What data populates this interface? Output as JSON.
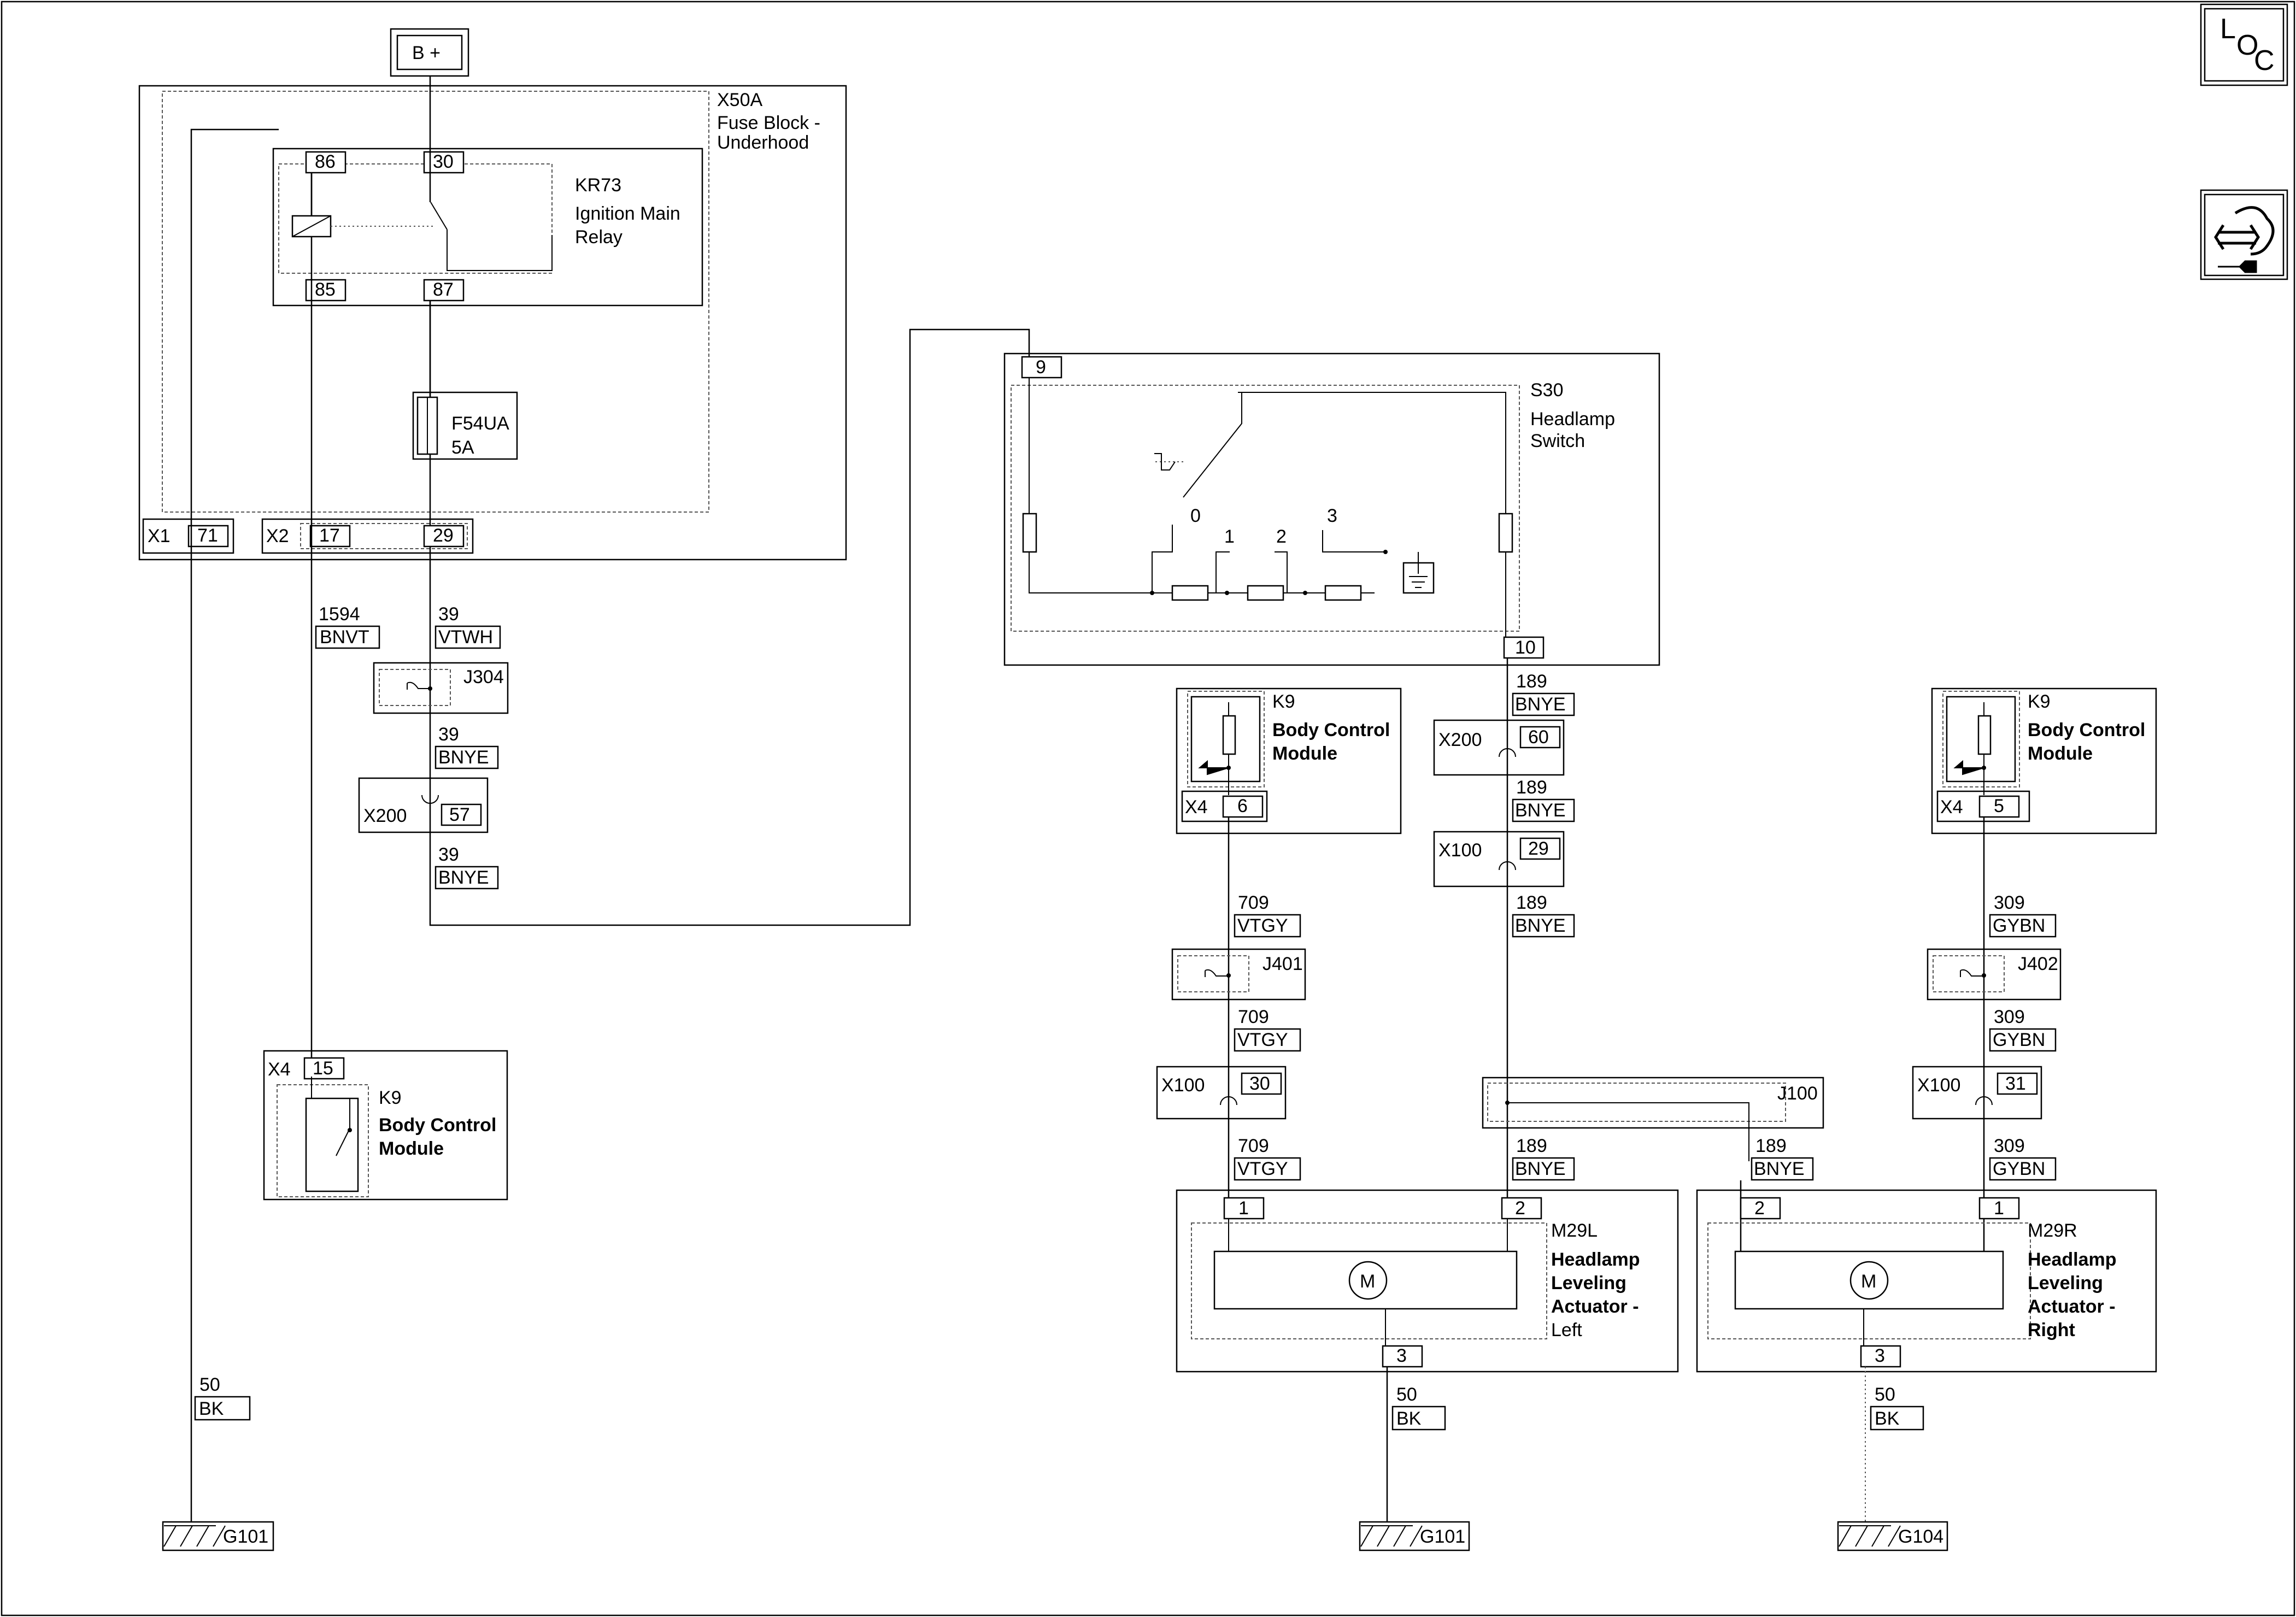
{
  "nav": {
    "loc_label_l": "L",
    "loc_label_o": "O",
    "loc_label_c": "C",
    "loc_icon": "loc-icon",
    "connector_icon": "connector-wrench-icon"
  },
  "supply": {
    "label": "B +"
  },
  "fuse_block": {
    "id": "X50A",
    "name_line1": "Fuse Block -",
    "name_line2": "Underhood",
    "relay": {
      "id": "KR73",
      "name_line1": "Ignition Main",
      "name_line2": "Relay",
      "pin86": "86",
      "pin30": "30",
      "pin85": "85",
      "pin87": "87"
    },
    "fuse": {
      "id": "F54UA",
      "rating": "5A"
    },
    "x1": {
      "id": "X1",
      "pin": "71"
    },
    "x2": {
      "id": "X2",
      "pin17": "17",
      "pin29": "29"
    }
  },
  "bcm": {
    "id": "K9",
    "name_line1": "Body Control",
    "name_line2": "Module"
  },
  "switch": {
    "id": "S30",
    "name_line1": "Headlamp",
    "name_line2": "Switch",
    "pin_in": "9",
    "pin_out": "10",
    "pos0": "0",
    "pos1": "1",
    "pos2": "2",
    "pos3": "3"
  },
  "wires": {
    "w1594": {
      "circuit": "1594",
      "color": "BNVT"
    },
    "w39a": {
      "circuit": "39",
      "color": "VTWH"
    },
    "w39b": {
      "circuit": "39",
      "color": "BNYE"
    },
    "w39c": {
      "circuit": "39",
      "color": "BNYE"
    },
    "w50a": {
      "circuit": "50",
      "color": "BK"
    },
    "w709a": {
      "circuit": "709",
      "color": "VTGY"
    },
    "w709b": {
      "circuit": "709",
      "color": "VTGY"
    },
    "w709c": {
      "circuit": "709",
      "color": "VTGY"
    },
    "w189a": {
      "circuit": "189",
      "color": "BNYE"
    },
    "w189b": {
      "circuit": "189",
      "color": "BNYE"
    },
    "w189c": {
      "circuit": "189",
      "color": "BNYE"
    },
    "w189d": {
      "circuit": "189",
      "color": "BNYE"
    },
    "w189e": {
      "circuit": "189",
      "color": "BNYE"
    },
    "w309a": {
      "circuit": "309",
      "color": "GYBN"
    },
    "w309b": {
      "circuit": "309",
      "color": "GYBN"
    },
    "w309c": {
      "circuit": "309",
      "color": "GYBN"
    },
    "w50b": {
      "circuit": "50",
      "color": "BK"
    },
    "w50c": {
      "circuit": "50",
      "color": "BK"
    }
  },
  "splices": {
    "j304": "J304",
    "j401": "J401",
    "j402": "J402",
    "j100": "J100"
  },
  "inline": {
    "x200a": {
      "id": "X200",
      "pin": "57"
    },
    "x200b": {
      "id": "X200",
      "pin": "60"
    },
    "x100a": {
      "id": "X100",
      "pin": "29"
    },
    "x100b": {
      "id": "X100",
      "pin": "30"
    },
    "x100c": {
      "id": "X100",
      "pin": "31"
    }
  },
  "bcm_ports": {
    "left_x4": {
      "id": "X4",
      "pin": "15"
    },
    "mid_x4": {
      "id": "X4",
      "pin": "6"
    },
    "right_x4": {
      "id": "X4",
      "pin": "5"
    }
  },
  "actuator_left": {
    "id": "M29L",
    "name_line1": "Headlamp",
    "name_line2": "Leveling",
    "name_line3": "Actuator -",
    "name_line4": "Left",
    "pin1": "1",
    "pin2": "2",
    "pin3": "3",
    "motor": "M"
  },
  "actuator_right": {
    "id": "M29R",
    "name_line1": "Headlamp",
    "name_line2": "Leveling",
    "name_line3": "Actuator -",
    "name_line4": "Right",
    "pin1": "1",
    "pin2": "2",
    "pin3": "3",
    "motor": "M"
  },
  "grounds": {
    "g101a": "G101",
    "g101b": "G101",
    "g104": "G104"
  }
}
